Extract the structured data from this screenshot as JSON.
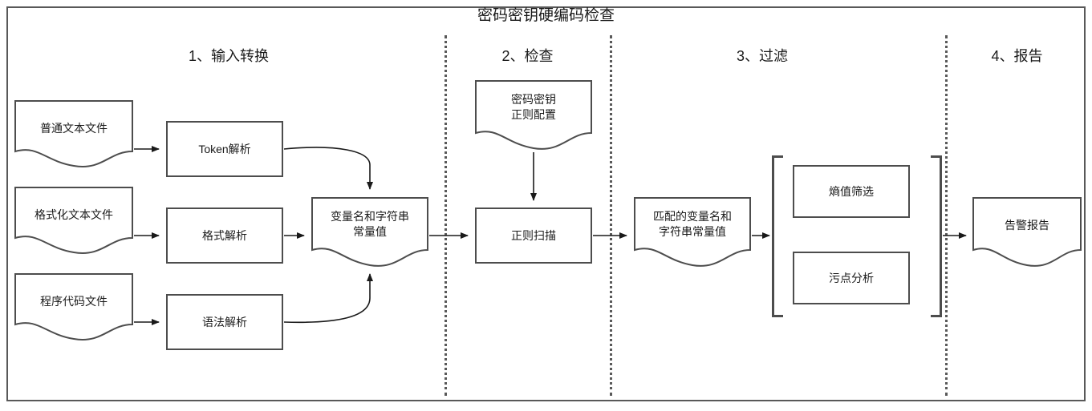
{
  "diagram": {
    "title": "密码密钥硬编码检查",
    "colors": {
      "border": "#4d4d4d",
      "frame": "#595959",
      "divider": "#595959",
      "text": "#1a1a1a",
      "background": "#ffffff"
    },
    "phases": [
      {
        "label": "1、输入转换"
      },
      {
        "label": "2、检查"
      },
      {
        "label": "3、过滤"
      },
      {
        "label": "4、报告"
      }
    ],
    "inputs": [
      {
        "label": "普通文本文件"
      },
      {
        "label": "格式化文本文件"
      },
      {
        "label": "程序代码文件"
      }
    ],
    "parsers": [
      {
        "label": "Token解析"
      },
      {
        "label": "格式解析"
      },
      {
        "label": "语法解析"
      }
    ],
    "aggregate": {
      "label": "变量名和字符串\n常量值"
    },
    "check": {
      "config": {
        "label": "密码密钥\n正则配置"
      },
      "scan": {
        "label": "正则扫描"
      }
    },
    "filter": {
      "matched": {
        "label": "匹配的变量名和\n字符串常量值"
      },
      "steps": [
        {
          "label": "熵值筛选"
        },
        {
          "label": "污点分析"
        }
      ]
    },
    "report": {
      "label": "告警报告"
    }
  }
}
